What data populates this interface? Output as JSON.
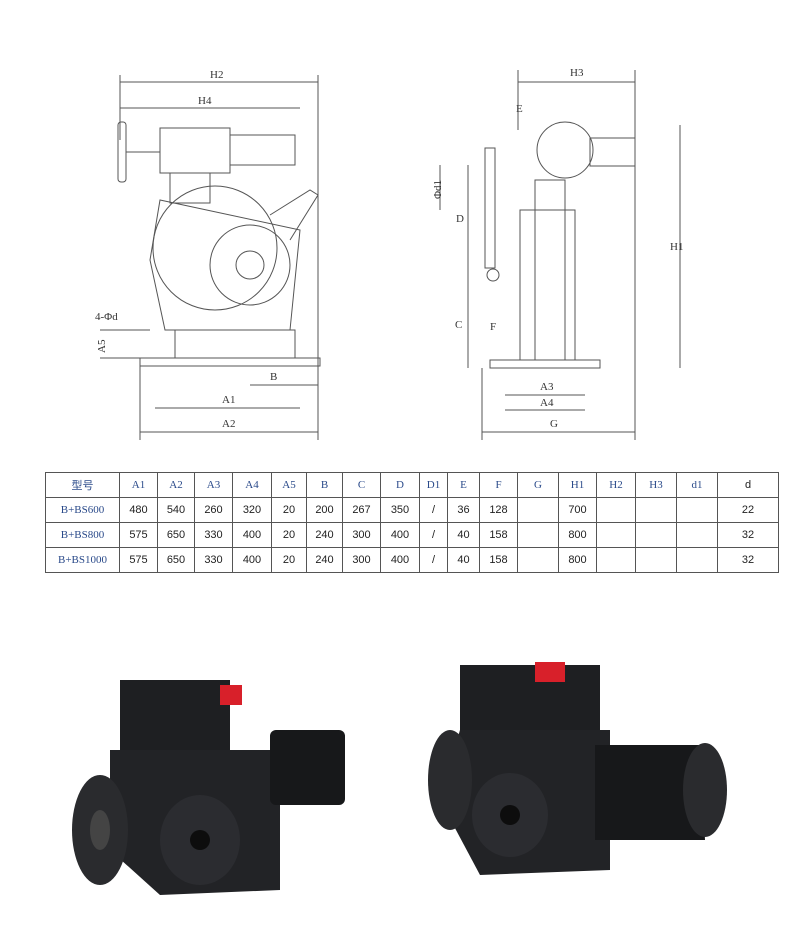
{
  "drawing_front": {
    "labels": {
      "h2": "H2",
      "h4": "H4",
      "hole": "4-Φd",
      "a5": "A5",
      "b": "B",
      "a1": "A1",
      "a2": "A2"
    }
  },
  "drawing_side": {
    "labels": {
      "h3": "H3",
      "e": "E",
      "d1": "Φd1",
      "d": "D",
      "h1": "H1",
      "c": "C",
      "f": "F",
      "a3": "A3",
      "a4": "A4",
      "g": "G"
    }
  },
  "table": {
    "headers": [
      "型号",
      "A1",
      "A2",
      "A3",
      "A4",
      "A5",
      "B",
      "C",
      "D",
      "D1",
      "E",
      "F",
      "G",
      "H1",
      "H2",
      "H3",
      "d1",
      "d"
    ],
    "rows": [
      [
        "B+BS600",
        "480",
        "540",
        "260",
        "320",
        "20",
        "200",
        "267",
        "350",
        "/",
        "36",
        "128",
        "",
        "700",
        "",
        "",
        "",
        "22"
      ],
      [
        "B+BS800",
        "575",
        "650",
        "330",
        "400",
        "20",
        "240",
        "300",
        "400",
        "/",
        "40",
        "158",
        "",
        "800",
        "",
        "",
        "",
        "32"
      ],
      [
        "B+BS1000",
        "575",
        "650",
        "330",
        "400",
        "20",
        "240",
        "300",
        "400",
        "/",
        "40",
        "158",
        "",
        "800",
        "",
        "",
        "",
        "32"
      ]
    ]
  }
}
